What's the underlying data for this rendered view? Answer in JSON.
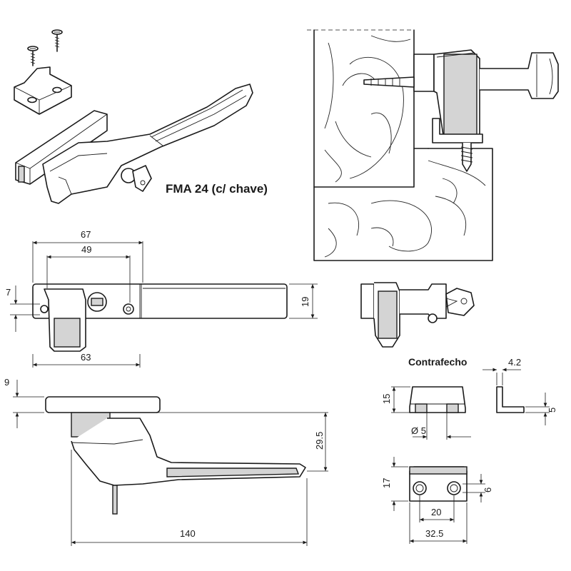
{
  "title": "FMA 24 (c/ chave)",
  "contrafecho_label": "Contrafecho",
  "dimensions": {
    "top_width": "67",
    "top_inner": "49",
    "top_height": "7",
    "top_bottom": "63",
    "top_right": "19",
    "side_thickness": "9",
    "side_height": "29.5",
    "side_length": "140",
    "strike_depth": "4.2",
    "strike_height": "15",
    "strike_side": "5",
    "strike_hole": "Ø 5",
    "strike_front_height": "17",
    "strike_front_hole": "6",
    "strike_front_spacing": "20",
    "strike_front_width": "32.5"
  }
}
